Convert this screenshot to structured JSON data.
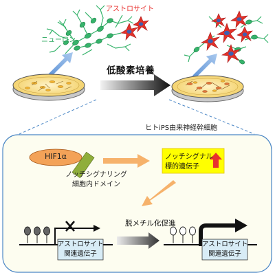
{
  "labels": {
    "astrocyte": "アストロサイト",
    "neuron": "ニューロン",
    "hypoxia": "低酸素培養",
    "ips_source": "ヒトiPS由来神経幹細胞",
    "hif": "HIF1α",
    "notch_domain": "ノッチシグナリング 細胞内ドメイン",
    "notch_target": "ノッチシグナル 標的遺伝子",
    "demethylation": "脱メチル化促進",
    "gene_left": "アストロサイト 関連遺伝子",
    "gene_right": "アストロサイト 関連遺伝子"
  },
  "colors": {
    "neuron": "#36b36b",
    "astrocyte": "#e23128",
    "astrocyte_nucleus": "#3f5fb0",
    "panel_border": "#4a86c5",
    "panel_fill": "#fdfdf0",
    "hif_fill": "#f3a258",
    "notch_box": "#8fae3b",
    "target_box": "#ffff00",
    "up_arrow": "#e8312e",
    "orange_arrow": "#f6b26b",
    "blue_arrow": "#8fb6e4",
    "gene_box": "#d8ecf6",
    "dish_yellow": "#f2b330",
    "dish_orange": "#e2773a"
  },
  "icons": [
    "neuron-cluster-icon",
    "astrocyte-icon",
    "petri-dish-icon",
    "methyl-lollipop-icon",
    "block-cross-icon",
    "up-arrow-icon"
  ]
}
